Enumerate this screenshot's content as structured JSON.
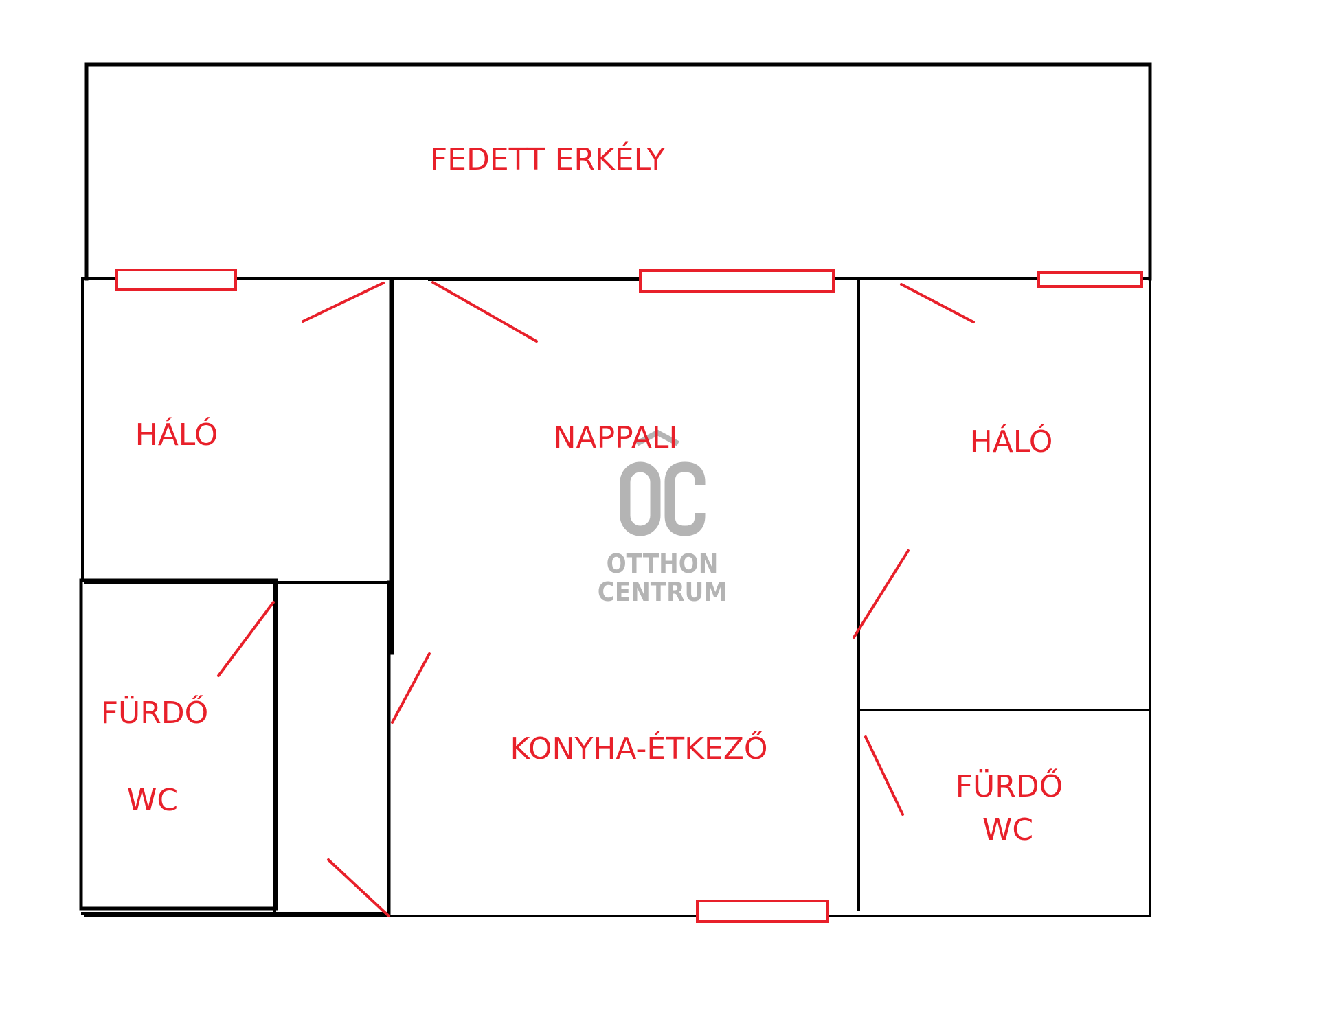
{
  "rooms": {
    "fedett_erkely": "FEDETT ERKÉLY",
    "halo_left": "HÁLÓ",
    "nappali": "NAPPALI",
    "halo_right": "HÁLÓ",
    "furdo_left": "FÜRDŐ",
    "wc_left": "WC",
    "konyha": "KONYHA-ÉTKEZŐ",
    "furdo_right": "FÜRDŐ",
    "wc_right": "WC"
  },
  "watermark": {
    "brand_line1": "OTTHON",
    "brand_line2": "CENTRUM",
    "logo_name": "otthon-centrum-logo"
  },
  "colors": {
    "label": "#e8202a",
    "wall": "#000000",
    "watermark": "#b4b4b4"
  }
}
